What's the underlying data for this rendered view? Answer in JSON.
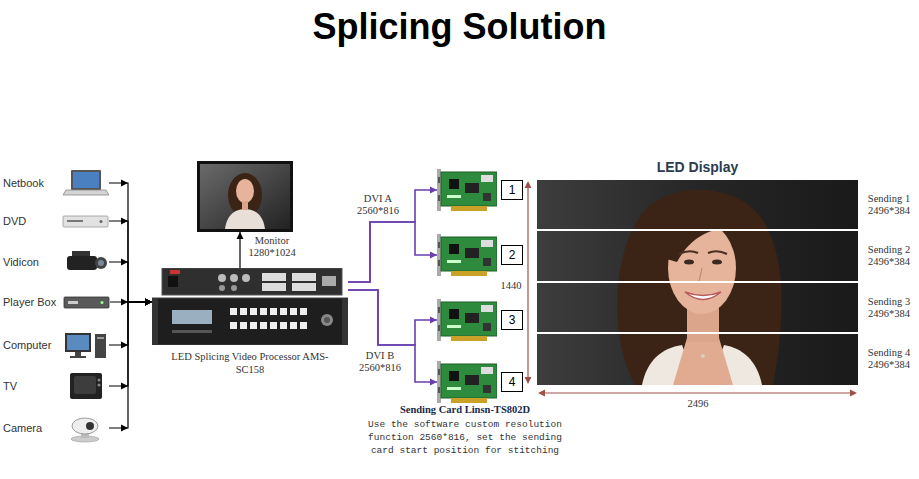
{
  "diagram": {
    "title": "Splicing Solution",
    "nodes": [
      {
        "text": [
          "Netbook"
        ]
      },
      {
        "text": [
          "DVD"
        ]
      },
      {
        "text": [
          "Vidicon"
        ]
      },
      {
        "text": [
          "Player Box"
        ]
      },
      {
        "text": [
          "Computer"
        ]
      },
      {
        "text": [
          "TV"
        ]
      },
      {
        "text": [
          "Camera"
        ]
      },
      {
        "text": [
          "Monitor 1280*1024"
        ]
      },
      {
        "text": [
          "LED Splicing Video Processor AMS-SC158"
        ]
      },
      {
        "text": [
          "1"
        ]
      },
      {
        "text": [
          "2"
        ]
      },
      {
        "text": [
          "3"
        ]
      },
      {
        "text": [
          "4"
        ]
      },
      {
        "text": [
          "LED Display"
        ]
      },
      {
        "text": [
          "Sending 1 2496*384"
        ],
        "in": 13
      },
      {
        "text": [
          "Sending 2 2496*384"
        ],
        "in": 13
      },
      {
        "text": [
          "Sending 3 2496*384"
        ],
        "in": 13
      },
      {
        "text": [
          "Sending 4 2496*384"
        ],
        "in": 13
      }
    ],
    "edges": [
      {
        "from": 0,
        "to": 8,
        "arrow": "to"
      },
      {
        "from": 1,
        "to": 8,
        "arrow": "to"
      },
      {
        "from": 2,
        "to": 8,
        "arrow": "to"
      },
      {
        "from": 3,
        "to": 8,
        "arrow": "to"
      },
      {
        "from": 4,
        "to": 8,
        "arrow": "to"
      },
      {
        "from": 5,
        "to": 8,
        "arrow": "to"
      },
      {
        "from": 6,
        "to": 8,
        "arrow": "to"
      },
      {
        "from": 8,
        "to": 7,
        "arrow": "to"
      },
      {
        "from": 8,
        "to": 9,
        "arrow": "to"
      },
      {
        "from": 8,
        "to": 10,
        "arrow": "to"
      },
      {
        "from": 8,
        "to": 11,
        "arrow": "to"
      },
      {
        "from": 8,
        "to": 12,
        "arrow": "to"
      }
    ],
    "labels": [
      "DVI A 2560*816",
      "DVI B 2560*816",
      "Sending Card Linsn-TS802D",
      "Use the software custom resolution function 2560*816, set the sending card start position for stitching",
      "1440",
      "2496"
    ]
  }
}
